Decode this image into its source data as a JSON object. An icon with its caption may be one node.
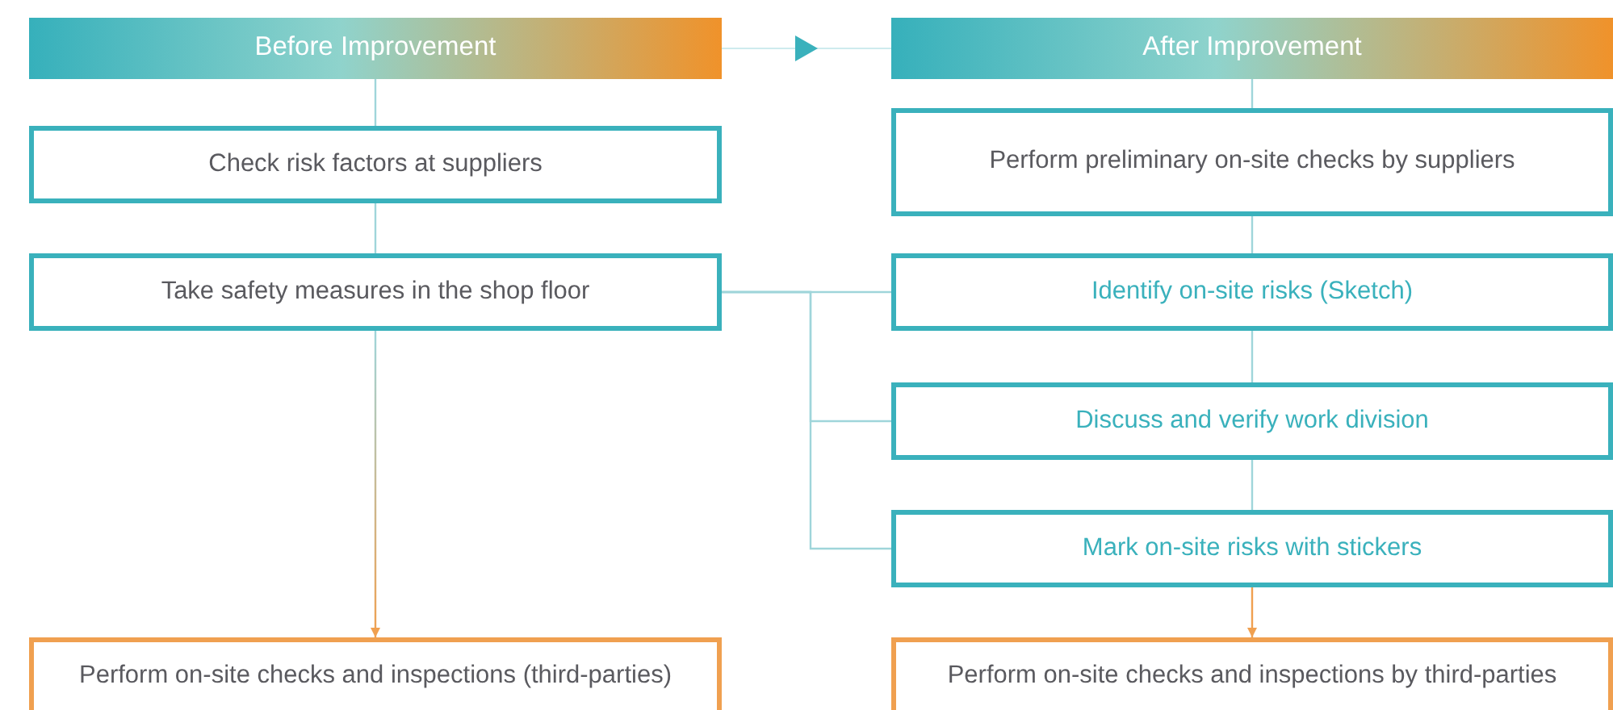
{
  "diagram": {
    "nodes": [
      {
        "text": [
          "Before Improvement"
        ]
      },
      {
        "text": [
          "Check risk factors at suppliers"
        ]
      },
      {
        "text": [
          "Take safety measures in the shop floor"
        ]
      },
      {
        "text": [
          "Perform on-site checks and inspections (third-parties)"
        ]
      },
      {
        "text": [
          "After Improvement"
        ]
      },
      {
        "text": [
          "Perform preliminary on-site checks by suppliers"
        ]
      },
      {
        "text": [
          "Identify on-site risks (Sketch)"
        ]
      },
      {
        "text": [
          "Discuss and verify work division"
        ]
      },
      {
        "text": [
          "Mark on-site risks with stickers"
        ]
      },
      {
        "text": [
          "Perform on-site checks and inspections by third-parties"
        ]
      }
    ],
    "edges": [
      {
        "from": 0,
        "to": 4,
        "arrow": "to",
        "color": "#3ab1bc"
      },
      {
        "from": 0,
        "to": 1,
        "arrow": "none"
      },
      {
        "from": 1,
        "to": 2,
        "arrow": "none"
      },
      {
        "from": 2,
        "to": 3,
        "arrow": "to",
        "color": "#f0a050"
      },
      {
        "from": 4,
        "to": 5,
        "arrow": "none"
      },
      {
        "from": 5,
        "to": 6,
        "arrow": "none"
      },
      {
        "from": 6,
        "to": 7,
        "arrow": "none"
      },
      {
        "from": 7,
        "to": 8,
        "arrow": "none"
      },
      {
        "from": 8,
        "to": 9,
        "arrow": "to",
        "color": "#f0a050"
      },
      {
        "from": 2,
        "to": 6,
        "arrow": "none"
      },
      {
        "from": 2,
        "to": 7,
        "arrow": "none"
      },
      {
        "from": 2,
        "to": 8,
        "arrow": "none"
      }
    ]
  }
}
